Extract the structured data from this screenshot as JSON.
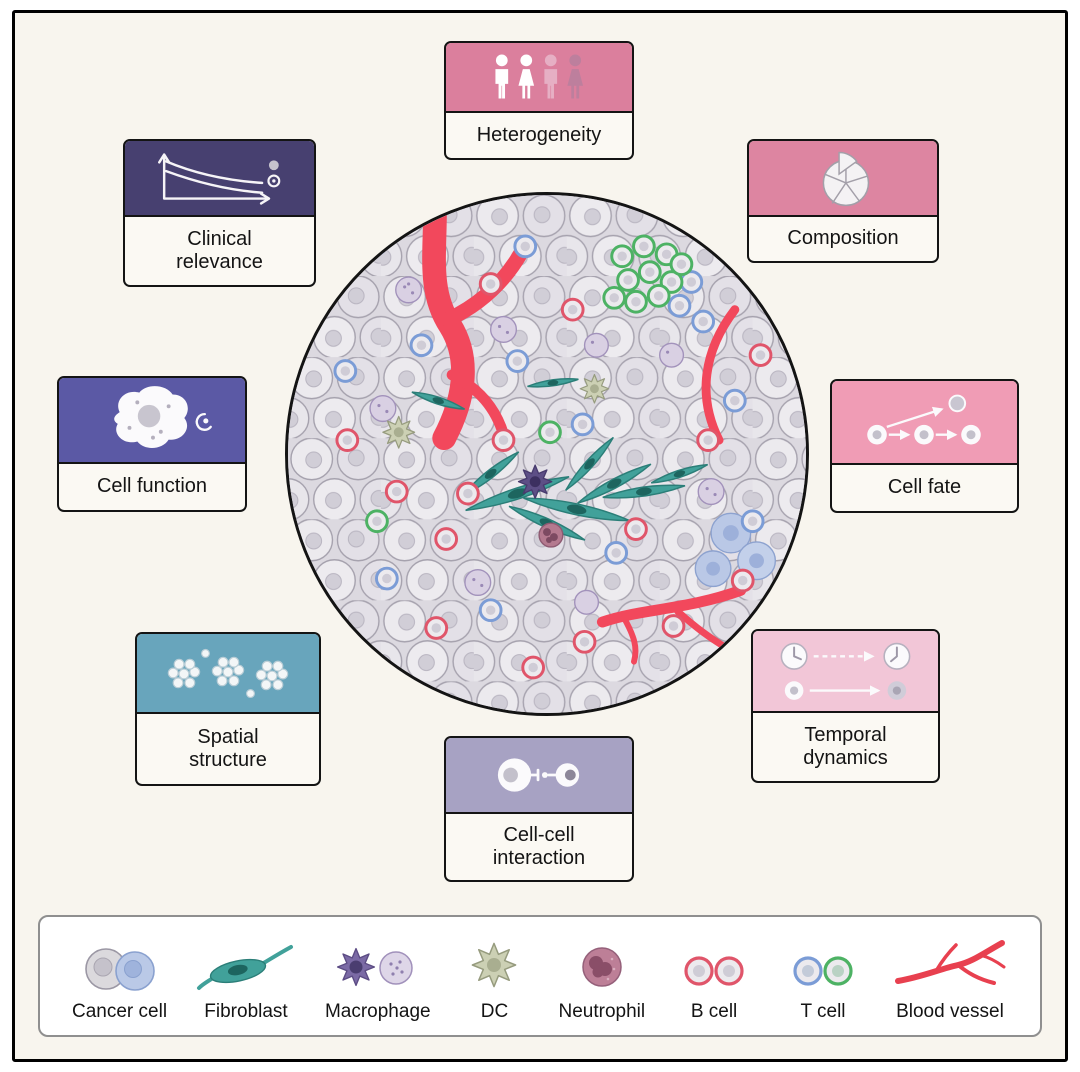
{
  "figure": {
    "background_color": "#f8f5ee",
    "center_illustration": "tumor-microenvironment-tissue"
  },
  "cards": {
    "heterogeneity": {
      "label": "Heterogeneity"
    },
    "composition": {
      "label": "Composition"
    },
    "clinical_relevance": {
      "label": "Clinical relevance"
    },
    "cell_function": {
      "label": "Cell function"
    },
    "cell_fate": {
      "label": "Cell fate"
    },
    "spatial_structure": {
      "label": "Spatial structure"
    },
    "temporal_dynamics": {
      "label": "Temporal dynamics"
    },
    "cell_cell_interaction": {
      "label": "Cell-cell interaction"
    }
  },
  "colors": {
    "heterogeneity_header": "#db7f9d",
    "composition_header": "#dd85a1",
    "clinical_relevance_header": "#474070",
    "cell_function_header": "#5b59a5",
    "cell_fate_header": "#f09cb5",
    "temporal_dynamics_header": "#f2c6d7",
    "cell_cell_interaction_header": "#a7a2c3",
    "spatial_structure_header": "#68a5bc",
    "vessel_red": "#ef4458",
    "fibroblast_teal": "#41a19a",
    "b_cell_ring": "#e0556a",
    "t_cell_ring_blue": "#7b9cd6",
    "t_cell_ring_green": "#4db264"
  },
  "legend": {
    "items": [
      {
        "icon": "cancer-cell-icon",
        "label": "Cancer cell"
      },
      {
        "icon": "fibroblast-icon",
        "label": "Fibroblast"
      },
      {
        "icon": "macrophage-icon",
        "label": "Macrophage"
      },
      {
        "icon": "dc-icon",
        "label": "DC"
      },
      {
        "icon": "neutrophil-icon",
        "label": "Neutrophil"
      },
      {
        "icon": "b-cell-icon",
        "label": "B cell"
      },
      {
        "icon": "t-cell-icon",
        "label": "T cell"
      },
      {
        "icon": "blood-vessel-icon",
        "label": "Blood vessel"
      }
    ]
  }
}
